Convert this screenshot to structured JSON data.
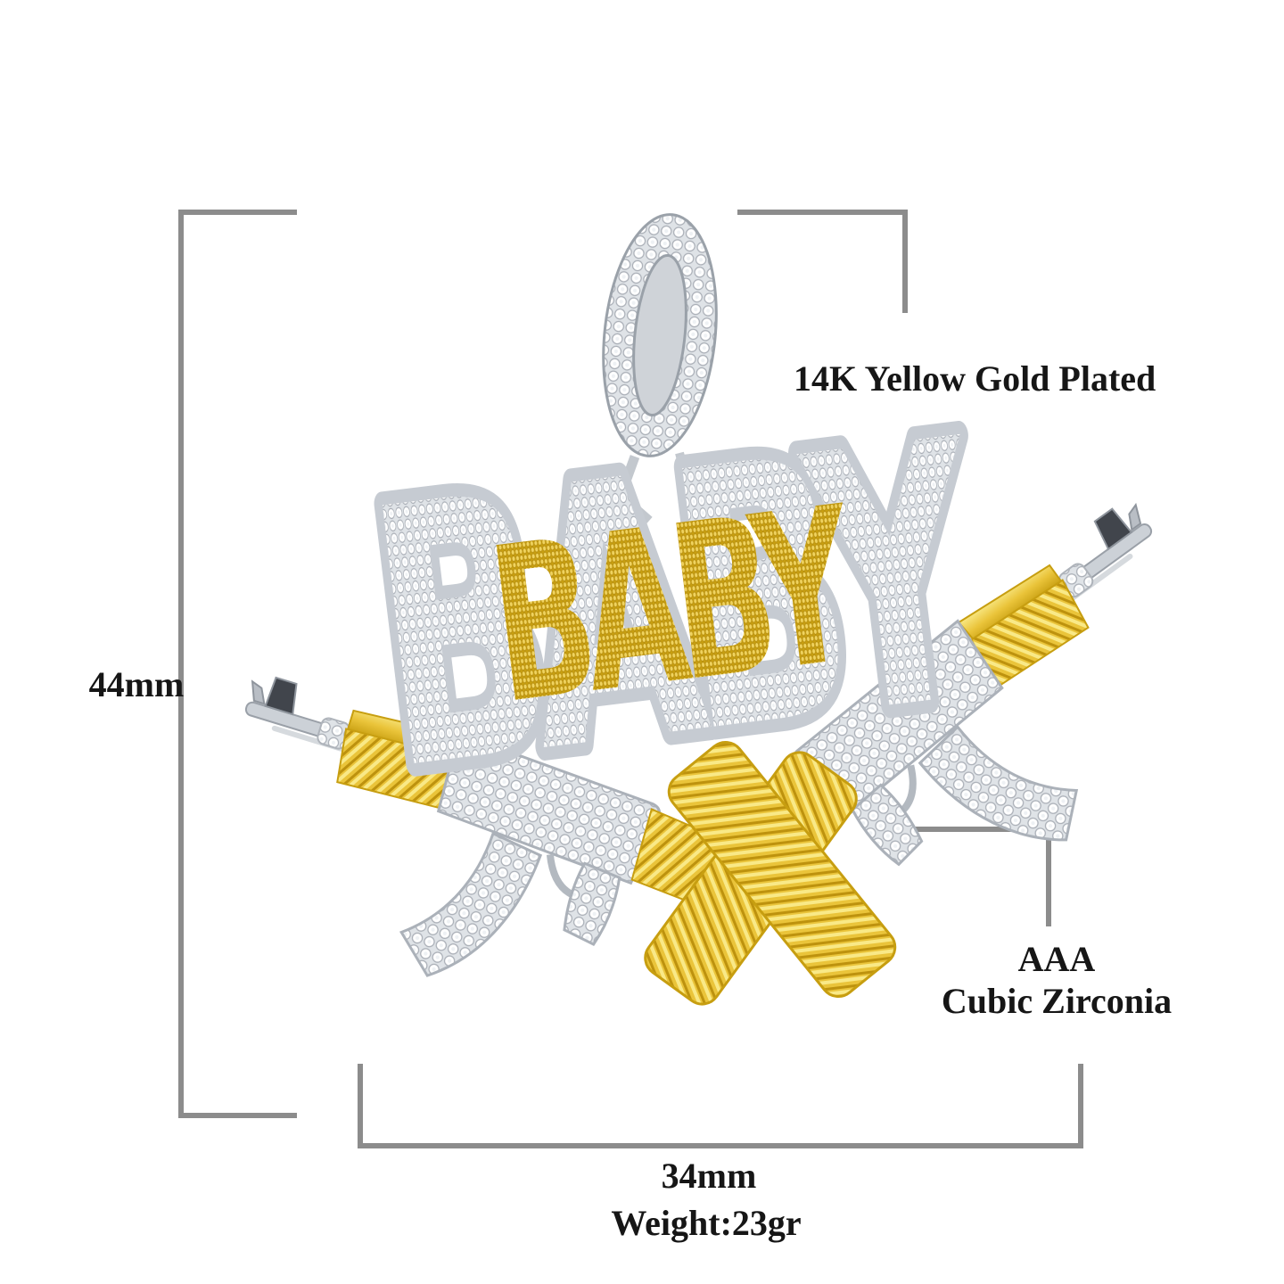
{
  "annotations": {
    "height": "44mm",
    "width": "34mm",
    "weight": "Weight:23gr",
    "plating": "14K Yellow Gold Plated",
    "stone_grade": "AAA",
    "stone_type": "Cubic Zirconia"
  },
  "pendant": {
    "word": "BABY",
    "motif": "two crossed AK-47 rifles below the word",
    "colors": {
      "gold": "#eac43a",
      "gold_light": "#f9e987",
      "gold_dark": "#bd920e",
      "silver": "#ccd1d7",
      "stone_field": "#dfe3e7",
      "stone": "#ffffff",
      "stone_edge": "#a9aeb6"
    }
  },
  "style": {
    "background": "#ffffff",
    "dimension_line_color": "#8c8c8c",
    "label_color": "#161616"
  }
}
